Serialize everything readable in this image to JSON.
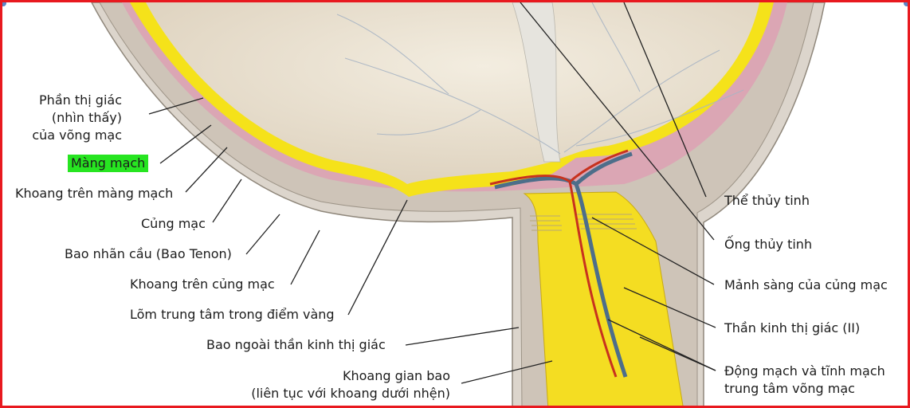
{
  "labels": {
    "visual_retina": [
      "Phần thị giác",
      "(nhìn thấy)",
      "của võng mạc"
    ],
    "choroid": "Màng mạch",
    "suprachoroid_space": "Khoang trên màng mạch",
    "sclera": "Củng mạc",
    "tenon_capsule": "Bao nhãn cầu (Bao Tenon)",
    "episcleral_space": "Khoang trên củng mạc",
    "fovea": "Lõm trung tâm trong điểm vàng",
    "optic_sheath": "Bao ngoài thần kinh thị giác",
    "intervaginal_space": [
      "Khoang gian bao",
      "(liên tục với khoang dưới nhện)"
    ],
    "vitreous_body": "Thể thủy tinh",
    "hyaloid_canal": "Ống thủy tinh",
    "lamina_cribrosa": "Mảnh sàng của củng mạc",
    "optic_nerve": "Thần kinh thị giác (II)",
    "central_vessels": [
      "Động mạch và tĩnh mạch",
      "trung tâm võng mạc"
    ]
  },
  "colors": {
    "frame": "#e8191f",
    "highlight": "#27e521",
    "retina": "#f5e21a",
    "choroid": "#dba6b4",
    "sclera": "#cec4b8",
    "artery": "#c8321e",
    "vein": "#4d6e8a"
  }
}
